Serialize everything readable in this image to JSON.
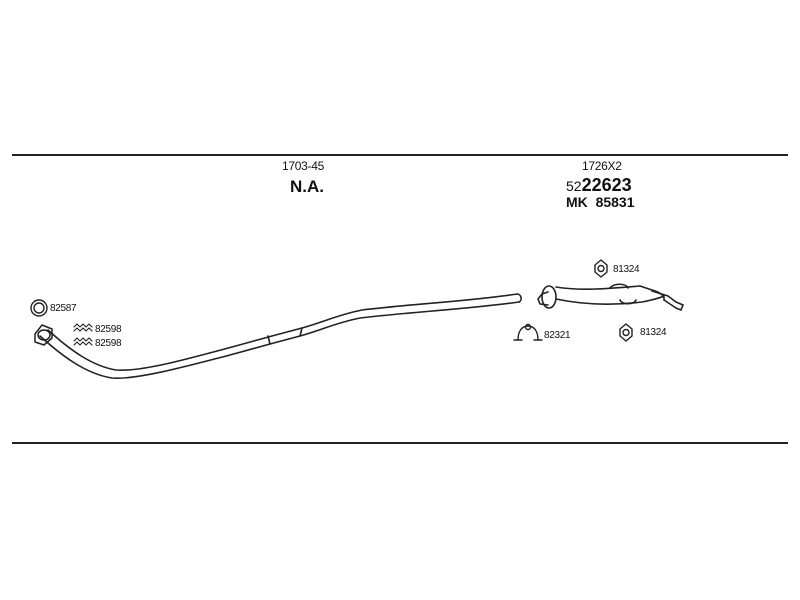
{
  "section_left": {
    "code": "1703-45",
    "label": "N.A."
  },
  "section_right": {
    "code": "1726X2",
    "part_prefix": "52",
    "part_number": "22623",
    "mk_label": "MK",
    "mk_number": "85831"
  },
  "part_labels": {
    "gasket": "82587",
    "bolt_upper": "82598",
    "bolt_lower": "82598",
    "clamp": "82321",
    "rubber_upper": "81324",
    "rubber_lower": "81324"
  }
}
